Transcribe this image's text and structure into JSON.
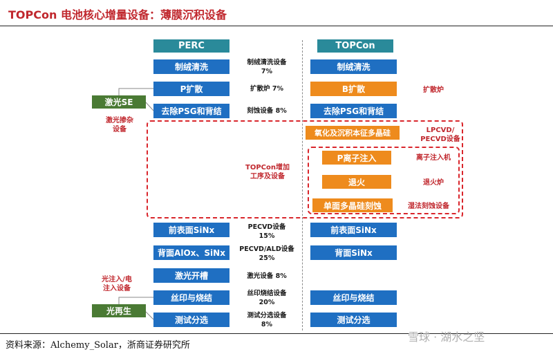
{
  "title": "TOPCon 电池核心增量设备：薄膜沉积设备",
  "headers": {
    "perc": "PERC",
    "topcon": "TOPCon"
  },
  "perc_steps": [
    "制绒清洗",
    "P扩散",
    "去除PSG和背结",
    "前表面SiNx",
    "背面AlOx、SiNx",
    "激光开槽",
    "丝印与烧结",
    "测试分选"
  ],
  "perc_notes": [
    {
      "line1": "制绒清洗设备",
      "line2": "7%"
    },
    {
      "line1": "扩散炉 7%",
      "line2": ""
    },
    {
      "line1": "刻蚀设备 8%",
      "line2": ""
    },
    {
      "line1": "PECVD设备",
      "line2": "15%"
    },
    {
      "line1": "PECVD/ALD设备",
      "line2": "25%"
    },
    {
      "line1": "激光设备 8%",
      "line2": ""
    },
    {
      "line1": "丝印烧结设备",
      "line2": "20%"
    },
    {
      "line1": "测试分选设备",
      "line2": "8%"
    }
  ],
  "topcon_steps": {
    "clean": "制绒清洗",
    "b_diffusion": "B扩散",
    "psg": "去除PSG和背结",
    "oxidation": "氧化及沉积本征多晶硅",
    "p_implant": "P离子注入",
    "anneal": "退火",
    "etch": "单面多晶硅刻蚀",
    "front_sinx": "前表面SiNx",
    "back_sinx": "背面SiNx",
    "print": "丝印与烧结",
    "test": "测试分选"
  },
  "topcon_notes": {
    "diffusion_furnace": "扩散炉",
    "lpcvd": "LPCVD/",
    "pecvd": "PECVD设备",
    "implanter": "离子注入机",
    "anneal_furnace": "退火炉",
    "wet_etch": "湿法刻蚀设备"
  },
  "center_label": {
    "line1": "TOPCon增加",
    "line2": "工序及设备"
  },
  "left_boxes": {
    "laser_se": "激光SE",
    "light_regen": "光再生"
  },
  "left_labels": {
    "laser_doping_1": "激光掺杂",
    "laser_doping_2": "设备",
    "light_injection_1": "光注入/电",
    "light_injection_2": "注入设备"
  },
  "source": "资料来源：Alchemy_Solar，浙商证券研究所",
  "watermark": "雪球 · 湖水之坚",
  "colors": {
    "title_red": "#c0272d",
    "step_blue": "#1f6fc2",
    "header_teal": "#2a8a9a",
    "step_orange": "#ee8b1d",
    "box_green": "#4a7a34"
  }
}
